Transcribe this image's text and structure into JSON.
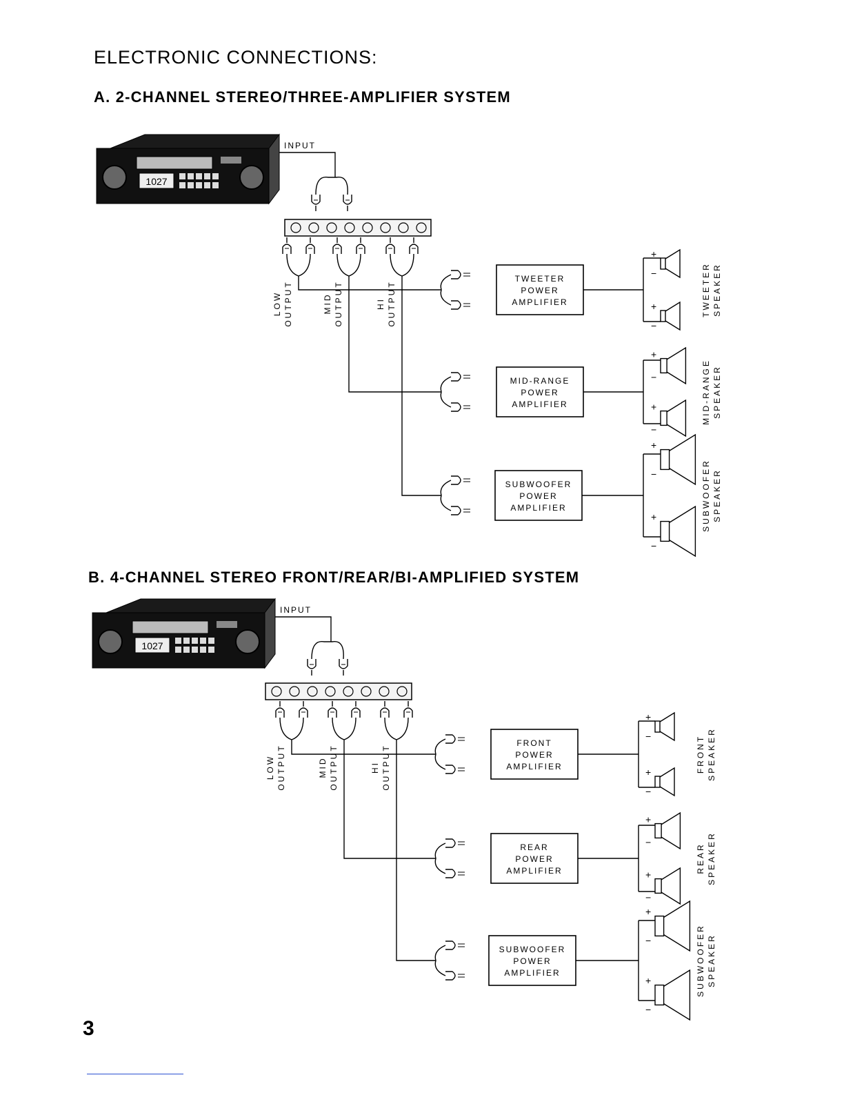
{
  "page": {
    "title": "ELECTRONIC CONNECTIONS:",
    "page_number": "3"
  },
  "sections": [
    {
      "title": "A. 2-CHANNEL STEREO/THREE-AMPLIFIER SYSTEM",
      "head_unit": {
        "input_label": "INPUT",
        "display": "1027"
      },
      "outputs": [
        {
          "line1": "LOW",
          "line2": "OUTPUT"
        },
        {
          "line1": "MID",
          "line2": "OUTPUT"
        },
        {
          "line1": "HI",
          "line2": "OUTPUT"
        }
      ],
      "amplifiers": [
        {
          "line1": "TWEETER",
          "line2": "POWER",
          "line3": "AMPLIFIER",
          "speaker_line1": "TWEETER",
          "speaker_line2": "SPEAKER"
        },
        {
          "line1": "MID-RANGE",
          "line2": "POWER",
          "line3": "AMPLIFIER",
          "speaker_line1": "MID-RANGE",
          "speaker_line2": "SPEAKER"
        },
        {
          "line1": "SUBWOOFER",
          "line2": "POWER",
          "line3": "AMPLIFIER",
          "speaker_line1": "SUBWOOFER",
          "speaker_line2": "SPEAKER"
        }
      ]
    },
    {
      "title": "B. 4-CHANNEL STEREO FRONT/REAR/BI-AMPLIFIED SYSTEM",
      "head_unit": {
        "input_label": "INPUT",
        "display": "1027"
      },
      "outputs": [
        {
          "line1": "LOW",
          "line2": "OUTPUT"
        },
        {
          "line1": "MID",
          "line2": "OUTPUT"
        },
        {
          "line1": "HI",
          "line2": "OUTPUT"
        }
      ],
      "amplifiers": [
        {
          "line1": "FRONT",
          "line2": "POWER",
          "line3": "AMPLIFIER",
          "speaker_line1": "FRONT",
          "speaker_line2": "SPEAKER"
        },
        {
          "line1": "REAR",
          "line2": "POWER",
          "line3": "AMPLIFIER",
          "speaker_line1": "REAR",
          "speaker_line2": "SPEAKER"
        },
        {
          "line1": "SUBWOOFER",
          "line2": "POWER",
          "line3": "AMPLIFIER",
          "speaker_line1": "SUBWOOFER",
          "speaker_line2": "SPEAKER"
        }
      ]
    }
  ],
  "polarity": {
    "plus": "+",
    "minus": "−"
  }
}
